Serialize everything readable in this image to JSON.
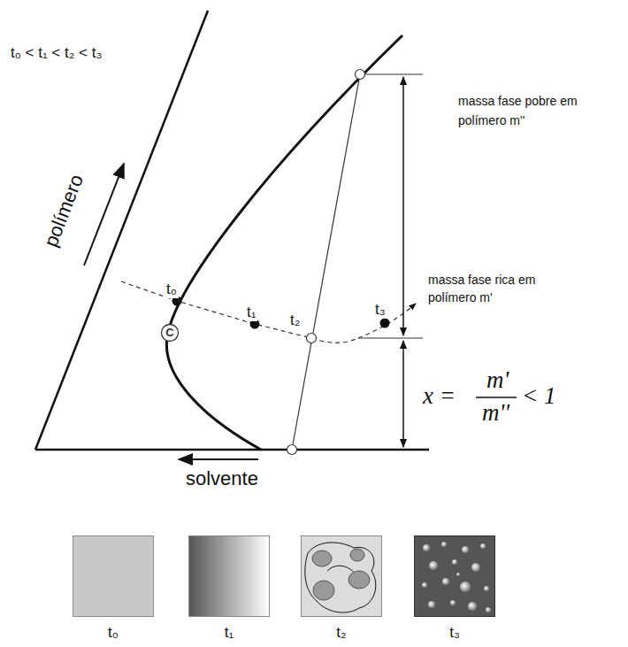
{
  "diagram": {
    "nodes": [
      {
        "text": [
          "t₀"
        ]
      },
      {
        "text": [
          "t₁"
        ]
      },
      {
        "text": [
          "t₂"
        ]
      },
      {
        "text": [
          "t₃"
        ]
      }
    ],
    "labels": [
      "t₀ < t₁ < t₂ < t₃",
      "polímero",
      "solvente",
      "massa fase pobre em polímero m''",
      "massa fase rica em polímero m'",
      "x =",
      "m'",
      "m''",
      "< 1",
      "t₀",
      "t₁",
      "t₂",
      "t₃",
      "C"
    ]
  }
}
